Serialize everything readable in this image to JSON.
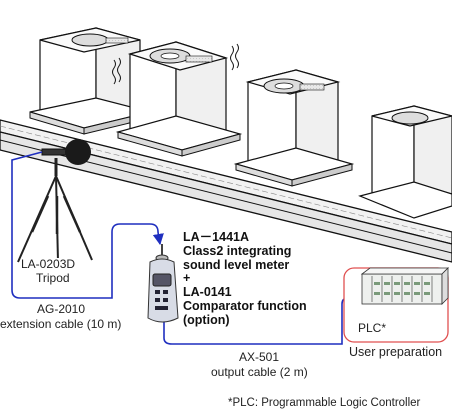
{
  "tripod": {
    "model": "LA-0203D",
    "name": "Tripod"
  },
  "extension_cable": {
    "model": "AG-2010",
    "desc": "extension cable (10 m)"
  },
  "meter": {
    "model": "LA－1441A",
    "desc_line1": "Class2 integrating",
    "desc_line2": "sound level meter",
    "plus": "+",
    "option_model": "LA-0141",
    "option_line1": "Comparator function",
    "option_line2": "(option)"
  },
  "output_cable": {
    "model": "AX-501",
    "desc": "output cable (2 m)"
  },
  "plc": {
    "label": "PLC*",
    "caption": "User preparation"
  },
  "footnote": "*PLC: Programmable Logic Controller",
  "colors": {
    "cable": "#1f2fbf",
    "plc_frame": "#e05050",
    "line": "#111111"
  }
}
